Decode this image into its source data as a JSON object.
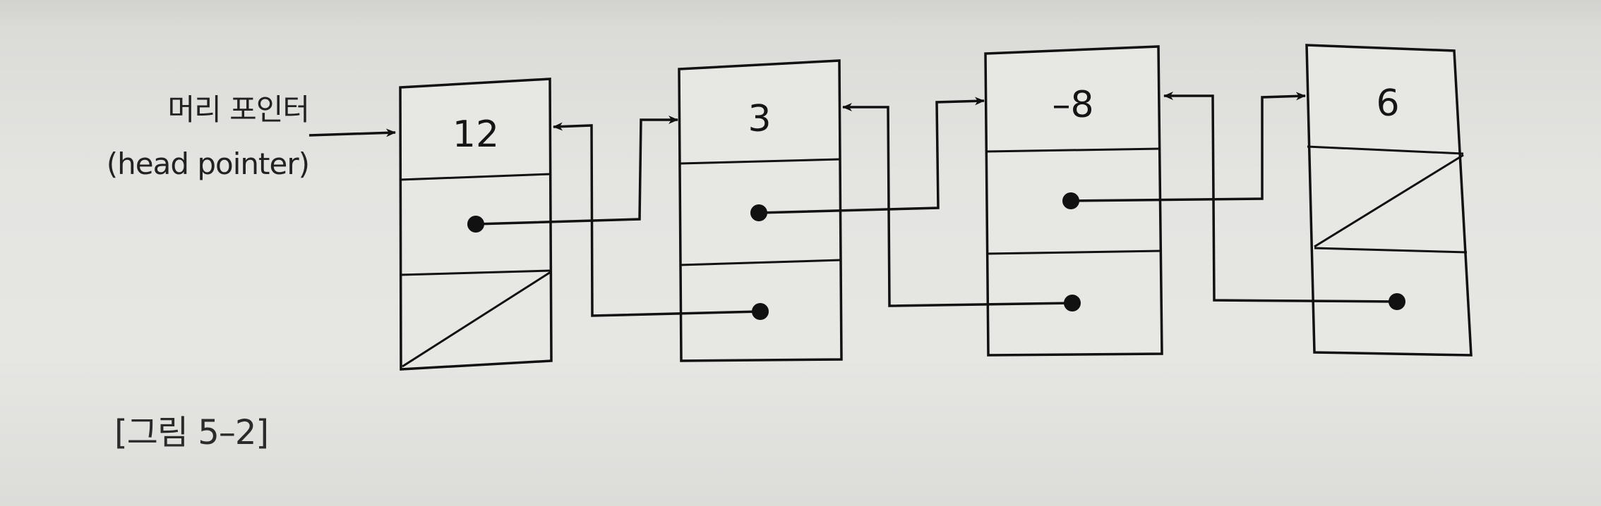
{
  "diagram": {
    "head_label_ko": "머리 포인터",
    "head_label_en": "(head pointer)",
    "caption": "[그림 5–2]",
    "nodes": [
      {
        "value": "12",
        "next": "pointer",
        "prev": "null"
      },
      {
        "value": "3",
        "next": "pointer",
        "prev": "pointer"
      },
      {
        "value": "–8",
        "next": "pointer",
        "prev": "pointer"
      },
      {
        "value": "6",
        "next": "null",
        "prev": "pointer"
      }
    ]
  }
}
